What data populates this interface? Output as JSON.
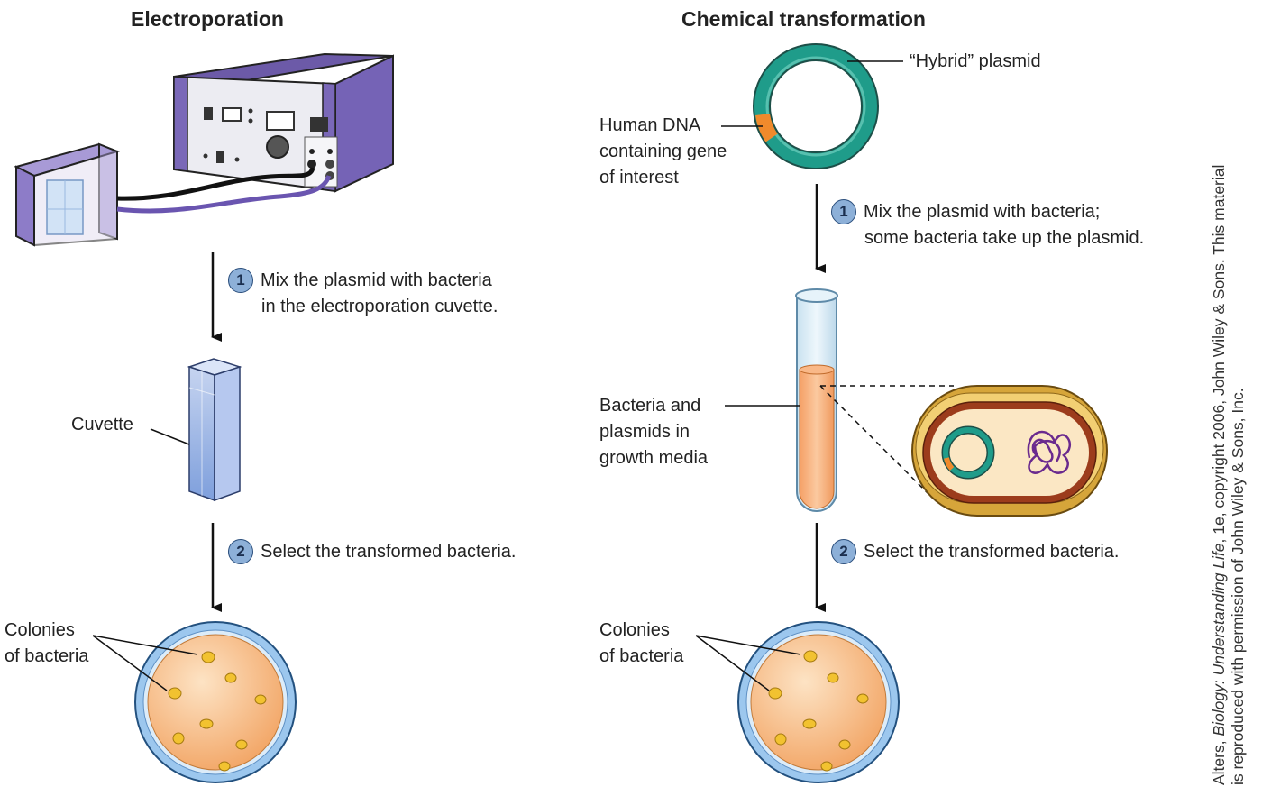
{
  "left": {
    "title": "Electroporation",
    "step1": {
      "num": "1",
      "line1": "Mix the plasmid with bacteria",
      "line2": "in the electroporation cuvette."
    },
    "cuvette_label": "Cuvette",
    "step2": {
      "num": "2",
      "text": "Select the transformed bacteria."
    },
    "colonies_label": {
      "line1": "Colonies",
      "line2": "of bacteria"
    }
  },
  "right": {
    "title": "Chemical transformation",
    "plasmid_label": "“Hybrid” plasmid",
    "human_dna_label": {
      "line1": "Human DNA",
      "line2": "containing gene",
      "line3": "of interest"
    },
    "step1": {
      "num": "1",
      "line1": "Mix the plasmid with bacteria;",
      "line2": "some bacteria take up the plasmid."
    },
    "tube_label": {
      "line1": "Bacteria and",
      "line2": "plasmids in",
      "line3": "growth media"
    },
    "step2": {
      "num": "2",
      "text": "Select the transformed bacteria."
    },
    "colonies_label": {
      "line1": "Colonies",
      "line2": "of bacteria"
    }
  },
  "credit": {
    "line1_prefix": "Alters, ",
    "line1_italic1": "Biology",
    "line1_sep": ": ",
    "line1_italic2": "Understanding Life",
    "line1_rest": ", 1e, copyright 2006, John Wiley & Sons. This material",
    "line2": "is reproduced with permission of John Wiley & Sons, Inc."
  },
  "colors": {
    "device_purple": "#7a68b8",
    "plasmid_teal": "#1f9c8a",
    "dna_insert_orange": "#f08a2c",
    "agar_orange": "#f7b87e",
    "dish_blue": "#8fbde6",
    "colony_yellow": "#f2c230",
    "step_badge_blue": "#8db0d8"
  }
}
